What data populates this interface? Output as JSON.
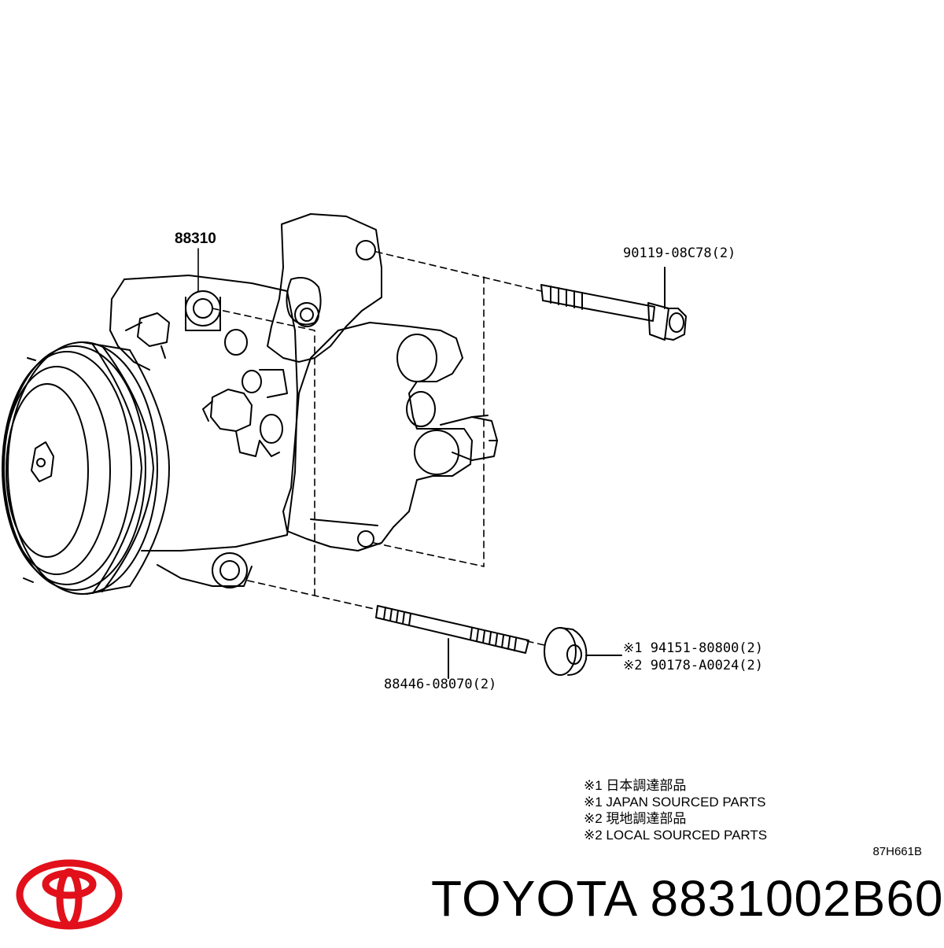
{
  "diagram": {
    "parts": {
      "compressor": "88310",
      "bolt": "90119-08C78(2)",
      "stud": "88446-08070(2)",
      "nut_1": "※1 94151-80800(2)",
      "nut_2": "※2 90178-A0024(2)"
    },
    "notes": [
      "※1 日本調達部品",
      "※1 JAPAN SOURCED PARTS",
      "※2 現地調達部品",
      "※2 LOCAL SOURCED PARTS"
    ],
    "diagram_code": "87H661B"
  },
  "branding": {
    "title": "TOYOTA 8831002B60",
    "logo_icon": "toyota-logo-icon",
    "logo_color": "#e1101a"
  }
}
